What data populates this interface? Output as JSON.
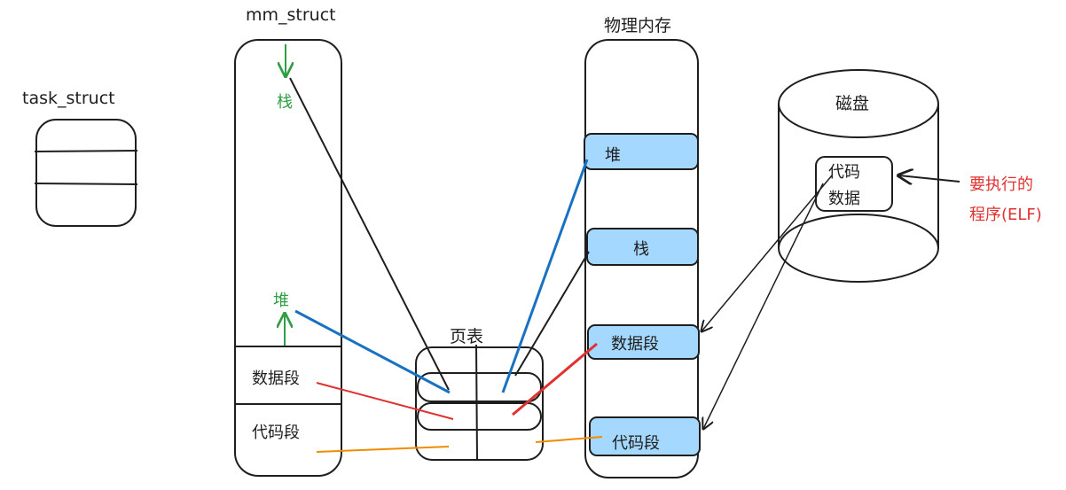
{
  "task_struct": {
    "title": "task_struct"
  },
  "mm_struct": {
    "title": "mm_struct",
    "stack_label": "栈",
    "heap_label": "堆",
    "data_segment": "数据段",
    "code_segment": "代码段"
  },
  "page_table": {
    "title": "页表"
  },
  "physical_memory": {
    "title": "物理内存",
    "heap_block": "堆",
    "stack_block": "栈",
    "data_block": "数据段",
    "code_block": "代码段"
  },
  "disk": {
    "title": "磁盘",
    "code_label": "代码",
    "data_label": "数据"
  },
  "program_note": {
    "line1": "要执行的",
    "line2": "程序(ELF)"
  },
  "colors": {
    "stroke": "#1e1e1e",
    "block_fill": "#a5d8ff",
    "blue": "#1971c2",
    "red": "#e03131",
    "orange": "#f08c00",
    "green": "#2f9e44"
  }
}
